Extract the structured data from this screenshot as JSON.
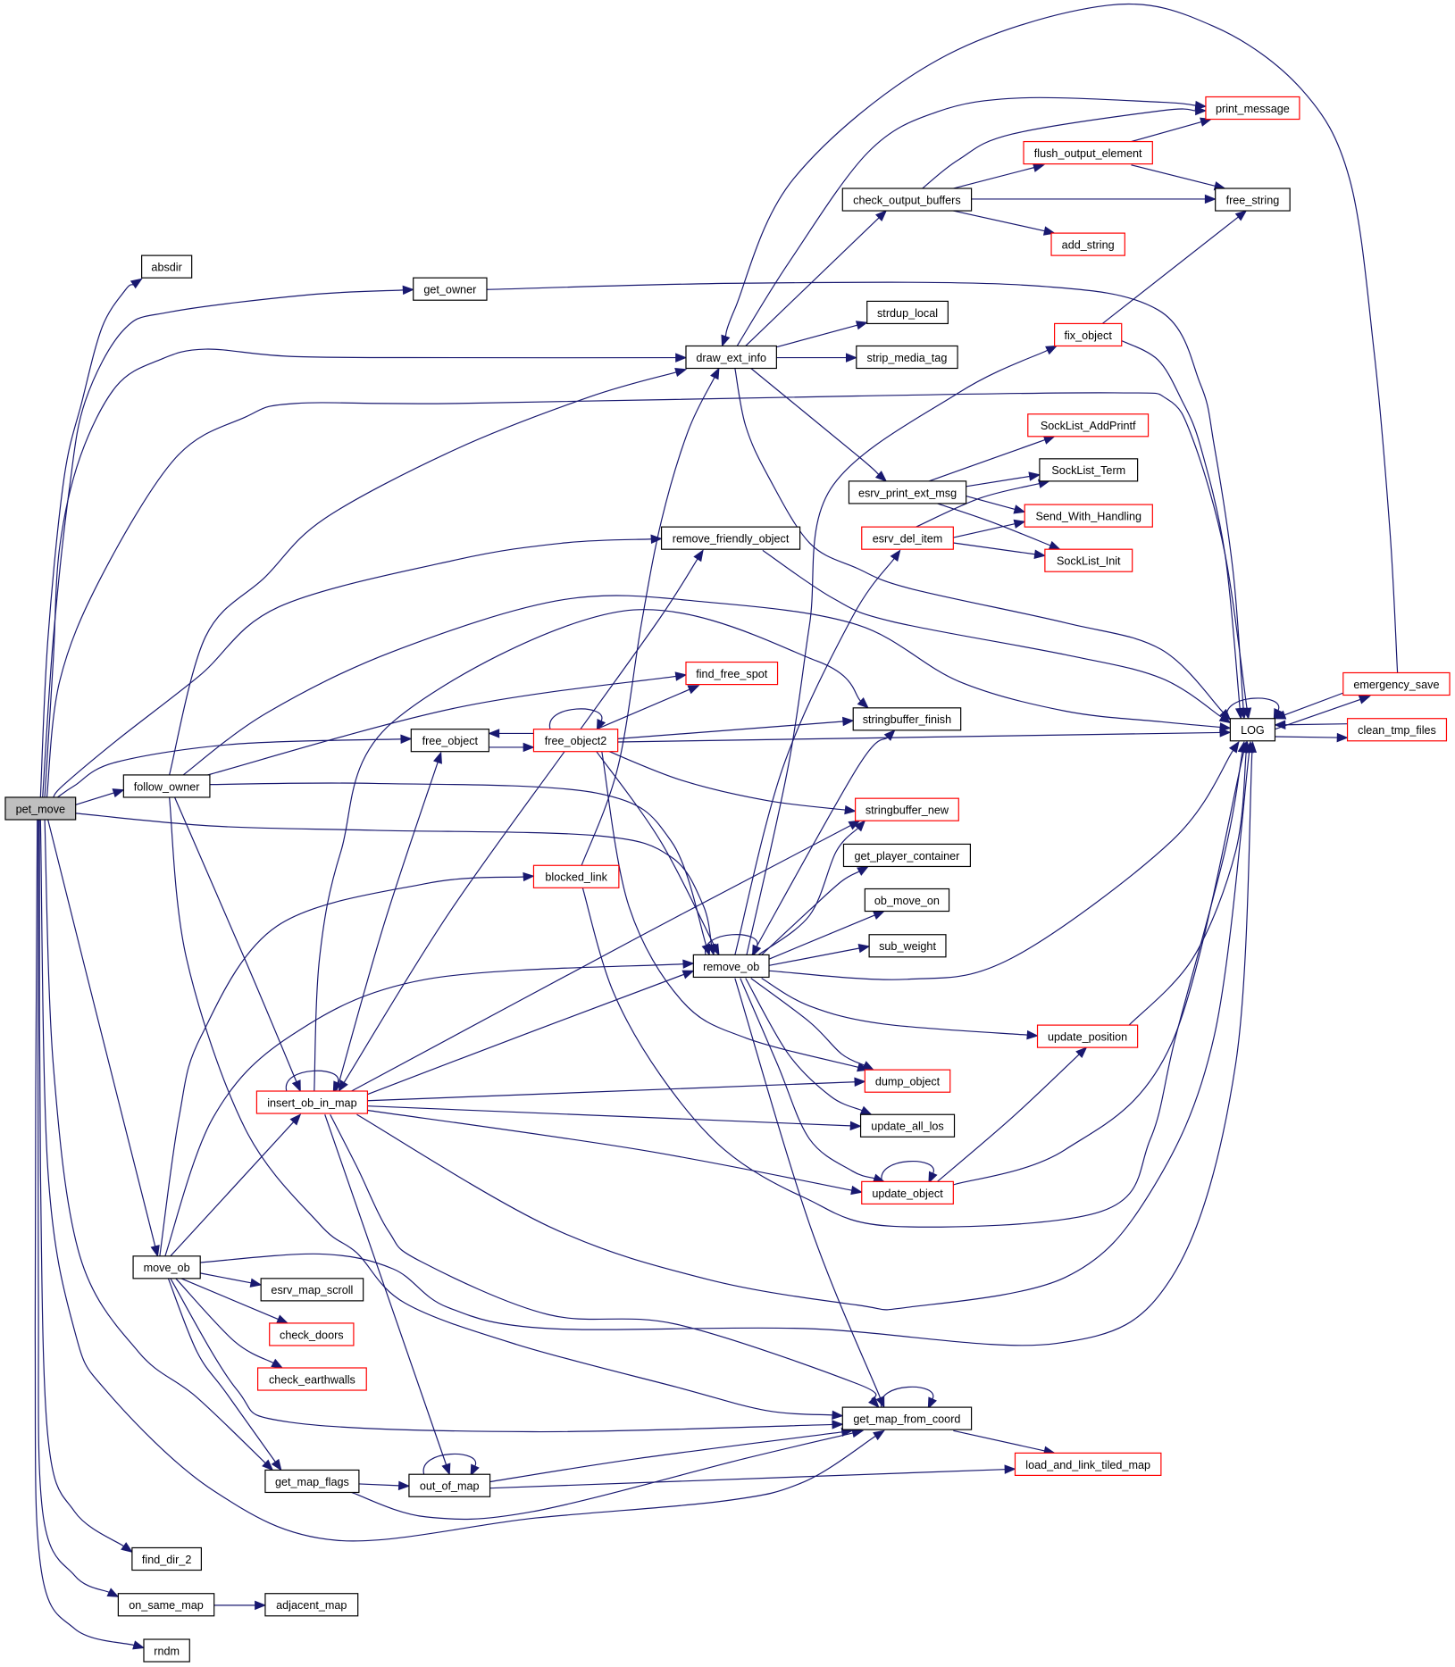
{
  "diagram": {
    "type": "call-graph",
    "root": "pet_move",
    "colors": {
      "background": "#ffffff",
      "edge": "#191970",
      "node_border": "#000000",
      "truncated_border": "#ff0000",
      "root_fill": "#bfbfbf",
      "node_fill": "#ffffff",
      "text": "#000000"
    },
    "nodes": [
      {
        "id": "pet_move",
        "label": "pet_move",
        "root": true
      },
      {
        "id": "absdir",
        "label": "absdir"
      },
      {
        "id": "get_owner",
        "label": "get_owner"
      },
      {
        "id": "draw_ext_info",
        "label": "draw_ext_info"
      },
      {
        "id": "remove_friendly_object",
        "label": "remove_friendly_object"
      },
      {
        "id": "follow_owner",
        "label": "follow_owner"
      },
      {
        "id": "free_object",
        "label": "free_object"
      },
      {
        "id": "free_object2",
        "label": "free_object2",
        "truncated": true
      },
      {
        "id": "find_free_spot",
        "label": "find_free_spot",
        "truncated": true
      },
      {
        "id": "blocked_link",
        "label": "blocked_link",
        "truncated": true
      },
      {
        "id": "remove_ob",
        "label": "remove_ob"
      },
      {
        "id": "insert_ob_in_map",
        "label": "insert_ob_in_map",
        "truncated": true
      },
      {
        "id": "move_ob",
        "label": "move_ob"
      },
      {
        "id": "esrv_map_scroll",
        "label": "esrv_map_scroll"
      },
      {
        "id": "check_doors",
        "label": "check_doors",
        "truncated": true
      },
      {
        "id": "check_earthwalls",
        "label": "check_earthwalls",
        "truncated": true
      },
      {
        "id": "get_map_flags",
        "label": "get_map_flags"
      },
      {
        "id": "out_of_map",
        "label": "out_of_map"
      },
      {
        "id": "find_dir_2",
        "label": "find_dir_2"
      },
      {
        "id": "on_same_map",
        "label": "on_same_map"
      },
      {
        "id": "adjacent_map",
        "label": "adjacent_map"
      },
      {
        "id": "rndm",
        "label": "rndm"
      },
      {
        "id": "strdup_local",
        "label": "strdup_local"
      },
      {
        "id": "strip_media_tag",
        "label": "strip_media_tag"
      },
      {
        "id": "check_output_buffers",
        "label": "check_output_buffers"
      },
      {
        "id": "print_message",
        "label": "print_message",
        "truncated": true
      },
      {
        "id": "flush_output_element",
        "label": "flush_output_element",
        "truncated": true
      },
      {
        "id": "free_string",
        "label": "free_string"
      },
      {
        "id": "add_string",
        "label": "add_string",
        "truncated": true
      },
      {
        "id": "fix_object",
        "label": "fix_object",
        "truncated": true
      },
      {
        "id": "SockList_AddPrintf",
        "label": "SockList_AddPrintf",
        "truncated": true
      },
      {
        "id": "esrv_print_ext_msg",
        "label": "esrv_print_ext_msg"
      },
      {
        "id": "SockList_Term",
        "label": "SockList_Term"
      },
      {
        "id": "esrv_del_item",
        "label": "esrv_del_item",
        "truncated": true
      },
      {
        "id": "Send_With_Handling",
        "label": "Send_With_Handling",
        "truncated": true
      },
      {
        "id": "SockList_Init",
        "label": "SockList_Init",
        "truncated": true
      },
      {
        "id": "stringbuffer_finish",
        "label": "stringbuffer_finish"
      },
      {
        "id": "stringbuffer_new",
        "label": "stringbuffer_new",
        "truncated": true
      },
      {
        "id": "get_player_container",
        "label": "get_player_container"
      },
      {
        "id": "ob_move_on",
        "label": "ob_move_on"
      },
      {
        "id": "sub_weight",
        "label": "sub_weight"
      },
      {
        "id": "update_position",
        "label": "update_position",
        "truncated": true
      },
      {
        "id": "dump_object",
        "label": "dump_object",
        "truncated": true
      },
      {
        "id": "update_all_los",
        "label": "update_all_los"
      },
      {
        "id": "update_object",
        "label": "update_object",
        "truncated": true
      },
      {
        "id": "get_map_from_coord",
        "label": "get_map_from_coord"
      },
      {
        "id": "load_and_link_tiled_map",
        "label": "load_and_link_tiled_map",
        "truncated": true
      },
      {
        "id": "LOG",
        "label": "LOG"
      },
      {
        "id": "emergency_save",
        "label": "emergency_save",
        "truncated": true
      },
      {
        "id": "clean_tmp_files",
        "label": "clean_tmp_files",
        "truncated": true
      }
    ],
    "edges": [
      {
        "from": "pet_move",
        "to": "absdir"
      },
      {
        "from": "pet_move",
        "to": "get_owner"
      },
      {
        "from": "pet_move",
        "to": "draw_ext_info"
      },
      {
        "from": "pet_move",
        "to": "LOG"
      },
      {
        "from": "pet_move",
        "to": "remove_friendly_object"
      },
      {
        "from": "pet_move",
        "to": "free_object"
      },
      {
        "from": "pet_move",
        "to": "follow_owner"
      },
      {
        "from": "pet_move",
        "to": "remove_ob"
      },
      {
        "from": "pet_move",
        "to": "move_ob"
      },
      {
        "from": "pet_move",
        "to": "get_map_flags"
      },
      {
        "from": "pet_move",
        "to": "get_map_from_coord"
      },
      {
        "from": "pet_move",
        "to": "find_dir_2"
      },
      {
        "from": "pet_move",
        "to": "on_same_map"
      },
      {
        "from": "pet_move",
        "to": "rndm"
      },
      {
        "from": "get_owner",
        "to": "LOG"
      },
      {
        "from": "draw_ext_info",
        "to": "check_output_buffers"
      },
      {
        "from": "draw_ext_info",
        "to": "print_message"
      },
      {
        "from": "draw_ext_info",
        "to": "strdup_local"
      },
      {
        "from": "draw_ext_info",
        "to": "strip_media_tag"
      },
      {
        "from": "draw_ext_info",
        "to": "esrv_print_ext_msg"
      },
      {
        "from": "draw_ext_info",
        "to": "LOG"
      },
      {
        "from": "check_output_buffers",
        "to": "print_message"
      },
      {
        "from": "check_output_buffers",
        "to": "flush_output_element"
      },
      {
        "from": "check_output_buffers",
        "to": "free_string"
      },
      {
        "from": "check_output_buffers",
        "to": "add_string"
      },
      {
        "from": "flush_output_element",
        "to": "print_message"
      },
      {
        "from": "flush_output_element",
        "to": "free_string"
      },
      {
        "from": "fix_object",
        "to": "free_string"
      },
      {
        "from": "fix_object",
        "to": "LOG"
      },
      {
        "from": "esrv_print_ext_msg",
        "to": "SockList_AddPrintf"
      },
      {
        "from": "esrv_print_ext_msg",
        "to": "SockList_Term"
      },
      {
        "from": "esrv_print_ext_msg",
        "to": "Send_With_Handling"
      },
      {
        "from": "esrv_print_ext_msg",
        "to": "SockList_Init"
      },
      {
        "from": "esrv_del_item",
        "to": "SockList_Term"
      },
      {
        "from": "esrv_del_item",
        "to": "Send_With_Handling"
      },
      {
        "from": "esrv_del_item",
        "to": "SockList_Init"
      },
      {
        "from": "remove_friendly_object",
        "to": "LOG"
      },
      {
        "from": "follow_owner",
        "to": "draw_ext_info"
      },
      {
        "from": "follow_owner",
        "to": "LOG"
      },
      {
        "from": "follow_owner",
        "to": "find_free_spot"
      },
      {
        "from": "follow_owner",
        "to": "remove_ob"
      },
      {
        "from": "follow_owner",
        "to": "insert_ob_in_map"
      },
      {
        "from": "follow_owner",
        "to": "get_map_from_coord"
      },
      {
        "from": "free_object",
        "to": "free_object2"
      },
      {
        "from": "free_object2",
        "to": "free_object"
      },
      {
        "from": "free_object2",
        "to": "free_object2"
      },
      {
        "from": "free_object2",
        "to": "remove_friendly_object"
      },
      {
        "from": "free_object2",
        "to": "find_free_spot"
      },
      {
        "from": "free_object2",
        "to": "stringbuffer_finish"
      },
      {
        "from": "free_object2",
        "to": "LOG"
      },
      {
        "from": "free_object2",
        "to": "stringbuffer_new"
      },
      {
        "from": "free_object2",
        "to": "remove_ob"
      },
      {
        "from": "free_object2",
        "to": "dump_object"
      },
      {
        "from": "free_object2",
        "to": "insert_ob_in_map"
      },
      {
        "from": "blocked_link",
        "to": "draw_ext_info"
      },
      {
        "from": "blocked_link",
        "to": "LOG"
      },
      {
        "from": "remove_ob",
        "to": "remove_ob"
      },
      {
        "from": "remove_ob",
        "to": "fix_object"
      },
      {
        "from": "remove_ob",
        "to": "esrv_del_item"
      },
      {
        "from": "remove_ob",
        "to": "stringbuffer_finish"
      },
      {
        "from": "remove_ob",
        "to": "stringbuffer_new"
      },
      {
        "from": "remove_ob",
        "to": "get_player_container"
      },
      {
        "from": "remove_ob",
        "to": "ob_move_on"
      },
      {
        "from": "remove_ob",
        "to": "sub_weight"
      },
      {
        "from": "remove_ob",
        "to": "LOG"
      },
      {
        "from": "remove_ob",
        "to": "update_position"
      },
      {
        "from": "remove_ob",
        "to": "dump_object"
      },
      {
        "from": "remove_ob",
        "to": "update_all_los"
      },
      {
        "from": "remove_ob",
        "to": "update_object"
      },
      {
        "from": "remove_ob",
        "to": "get_map_from_coord"
      },
      {
        "from": "insert_ob_in_map",
        "to": "insert_ob_in_map"
      },
      {
        "from": "insert_ob_in_map",
        "to": "free_object"
      },
      {
        "from": "insert_ob_in_map",
        "to": "stringbuffer_finish"
      },
      {
        "from": "insert_ob_in_map",
        "to": "stringbuffer_new"
      },
      {
        "from": "insert_ob_in_map",
        "to": "remove_ob"
      },
      {
        "from": "insert_ob_in_map",
        "to": "dump_object"
      },
      {
        "from": "insert_ob_in_map",
        "to": "update_all_los"
      },
      {
        "from": "insert_ob_in_map",
        "to": "update_object"
      },
      {
        "from": "insert_ob_in_map",
        "to": "LOG"
      },
      {
        "from": "insert_ob_in_map",
        "to": "get_map_from_coord"
      },
      {
        "from": "insert_ob_in_map",
        "to": "out_of_map"
      },
      {
        "from": "move_ob",
        "to": "blocked_link"
      },
      {
        "from": "move_ob",
        "to": "remove_ob"
      },
      {
        "from": "move_ob",
        "to": "insert_ob_in_map"
      },
      {
        "from": "move_ob",
        "to": "esrv_map_scroll"
      },
      {
        "from": "move_ob",
        "to": "check_doors"
      },
      {
        "from": "move_ob",
        "to": "check_earthwalls"
      },
      {
        "from": "move_ob",
        "to": "get_map_flags"
      },
      {
        "from": "move_ob",
        "to": "get_map_from_coord"
      },
      {
        "from": "move_ob",
        "to": "LOG"
      },
      {
        "from": "get_map_flags",
        "to": "out_of_map"
      },
      {
        "from": "get_map_flags",
        "to": "get_map_from_coord"
      },
      {
        "from": "out_of_map",
        "to": "out_of_map"
      },
      {
        "from": "out_of_map",
        "to": "get_map_from_coord"
      },
      {
        "from": "out_of_map",
        "to": "load_and_link_tiled_map"
      },
      {
        "from": "get_map_from_coord",
        "to": "get_map_from_coord"
      },
      {
        "from": "get_map_from_coord",
        "to": "load_and_link_tiled_map"
      },
      {
        "from": "on_same_map",
        "to": "adjacent_map"
      },
      {
        "from": "update_object",
        "to": "update_object"
      },
      {
        "from": "update_object",
        "to": "update_position"
      },
      {
        "from": "update_object",
        "to": "LOG"
      },
      {
        "from": "update_position",
        "to": "LOG"
      },
      {
        "from": "LOG",
        "to": "LOG"
      },
      {
        "from": "LOG",
        "to": "emergency_save"
      },
      {
        "from": "LOG",
        "to": "clean_tmp_files"
      },
      {
        "from": "emergency_save",
        "to": "LOG"
      },
      {
        "from": "emergency_save",
        "to": "draw_ext_info"
      },
      {
        "from": "clean_tmp_files",
        "to": "LOG"
      }
    ]
  }
}
